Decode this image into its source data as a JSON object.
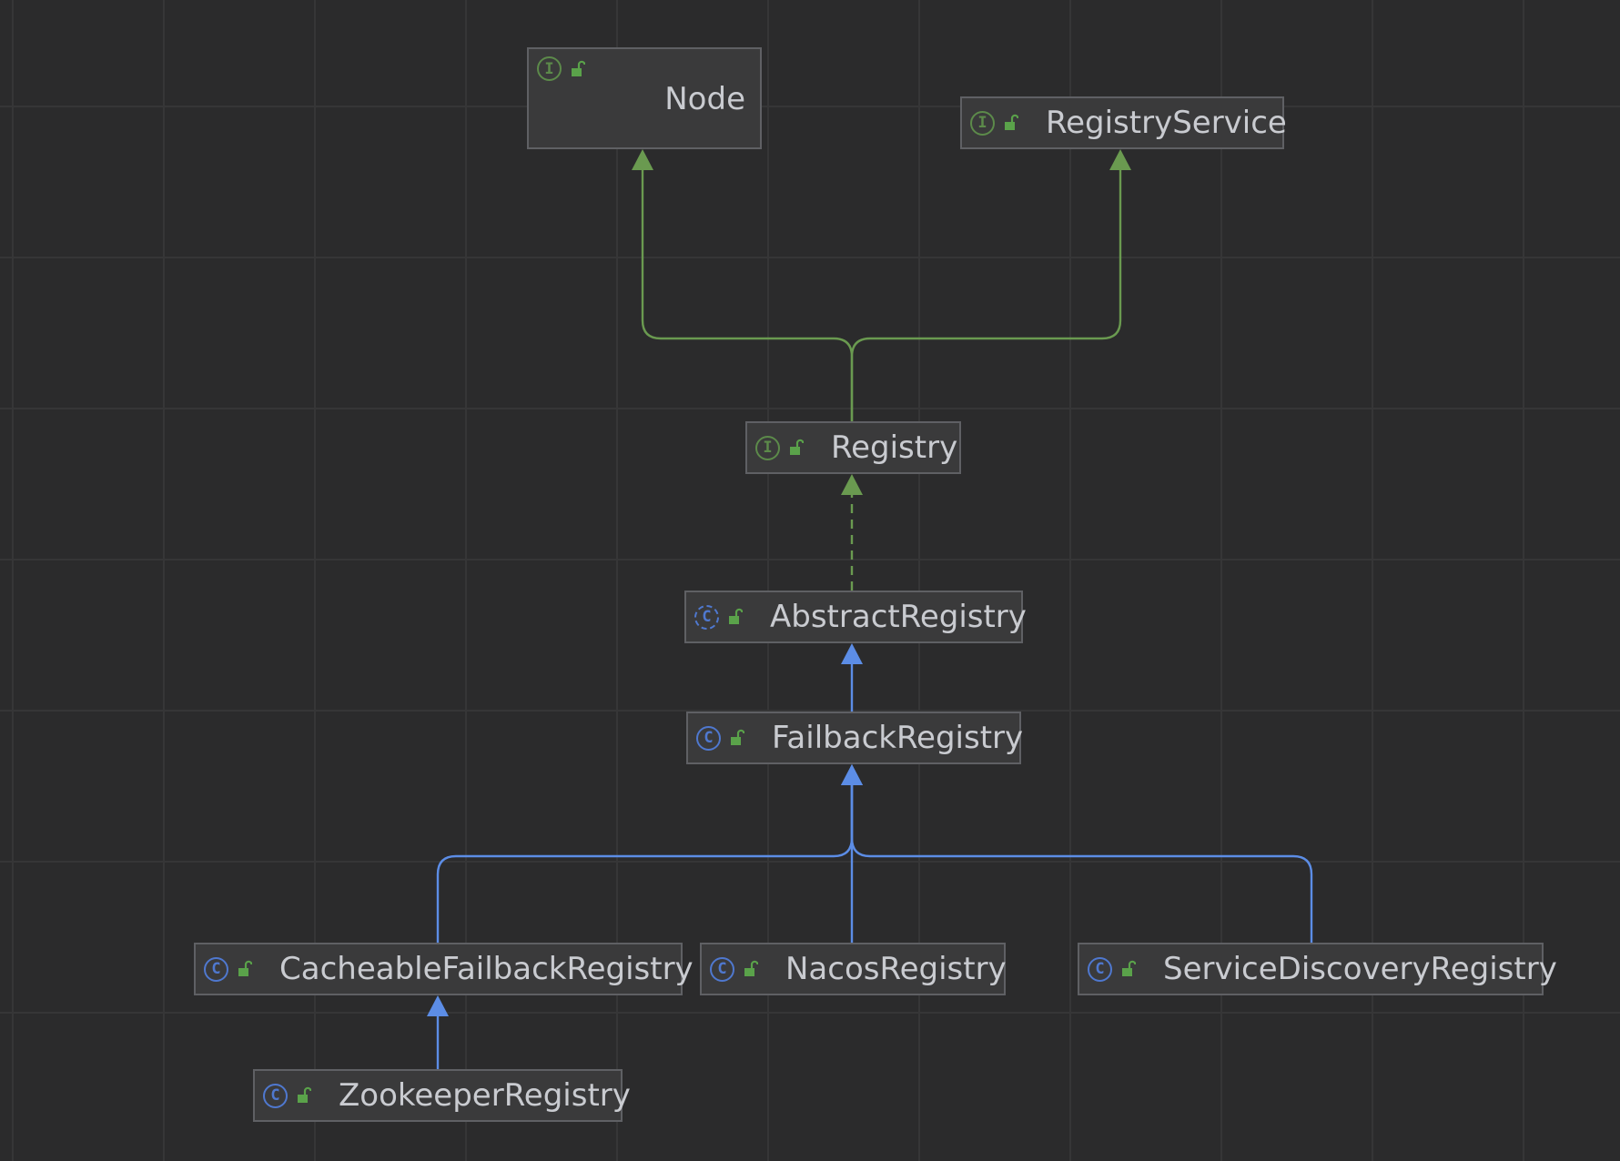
{
  "diagram": {
    "nodes": [
      {
        "id": "node",
        "label": "Node",
        "kind": "interface",
        "icon": "interface-icon",
        "glyph": "I"
      },
      {
        "id": "registry_service",
        "label": "RegistryService",
        "kind": "interface",
        "icon": "interface-icon",
        "glyph": "I"
      },
      {
        "id": "registry",
        "label": "Registry",
        "kind": "interface",
        "icon": "interface-icon",
        "glyph": "I"
      },
      {
        "id": "abstract_registry",
        "label": "AbstractRegistry",
        "kind": "abstract-class",
        "icon": "abstract-class-icon",
        "glyph": "C"
      },
      {
        "id": "failback_registry",
        "label": "FailbackRegistry",
        "kind": "class",
        "icon": "class-icon",
        "glyph": "C"
      },
      {
        "id": "cacheable_failback_registry",
        "label": "CacheableFailbackRegistry",
        "kind": "class",
        "icon": "class-icon",
        "glyph": "C"
      },
      {
        "id": "nacos_registry",
        "label": "NacosRegistry",
        "kind": "class",
        "icon": "class-icon",
        "glyph": "C"
      },
      {
        "id": "service_discovery_registry",
        "label": "ServiceDiscoveryRegistry",
        "kind": "class",
        "icon": "class-icon",
        "glyph": "C"
      },
      {
        "id": "zookeeper_registry",
        "label": "ZookeeperRegistry",
        "kind": "class",
        "icon": "class-icon",
        "glyph": "C"
      }
    ],
    "edges": [
      {
        "from": "registry",
        "to": "node",
        "relation": "extends",
        "style": "solid",
        "color": "#6a9a50"
      },
      {
        "from": "registry",
        "to": "registry_service",
        "relation": "extends",
        "style": "solid",
        "color": "#6a9a50"
      },
      {
        "from": "abstract_registry",
        "to": "registry",
        "relation": "implements",
        "style": "dashed",
        "color": "#6a9a50"
      },
      {
        "from": "failback_registry",
        "to": "abstract_registry",
        "relation": "extends",
        "style": "solid",
        "color": "#5c8de6"
      },
      {
        "from": "cacheable_failback_registry",
        "to": "failback_registry",
        "relation": "extends",
        "style": "solid",
        "color": "#5c8de6"
      },
      {
        "from": "nacos_registry",
        "to": "failback_registry",
        "relation": "extends",
        "style": "solid",
        "color": "#5c8de6"
      },
      {
        "from": "service_discovery_registry",
        "to": "failback_registry",
        "relation": "extends",
        "style": "solid",
        "color": "#5c8de6"
      },
      {
        "from": "zookeeper_registry",
        "to": "cacheable_failback_registry",
        "relation": "extends",
        "style": "solid",
        "color": "#5c8de6"
      }
    ]
  },
  "colors": {
    "background": "#2b2b2c",
    "grid": "#363637",
    "node_fill": "#3a3a3b",
    "node_border": "#5f6064",
    "text": "#c9cbd0",
    "interface_accent": "#5c8a4a",
    "class_accent": "#4f78cf",
    "lock": "#5aa24a"
  }
}
